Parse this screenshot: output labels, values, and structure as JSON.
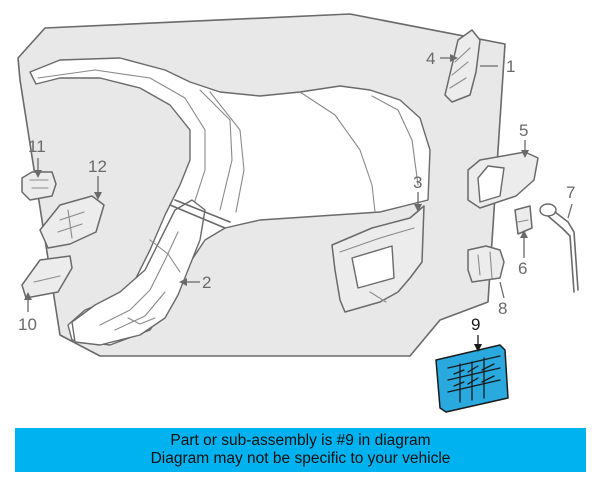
{
  "diagram": {
    "highlight_color": "#00b2ef",
    "callouts": [
      {
        "id": "c1",
        "label": "1"
      },
      {
        "id": "c2",
        "label": "2"
      },
      {
        "id": "c3",
        "label": "3"
      },
      {
        "id": "c4",
        "label": "4"
      },
      {
        "id": "c5",
        "label": "5"
      },
      {
        "id": "c6",
        "label": "6"
      },
      {
        "id": "c7",
        "label": "7"
      },
      {
        "id": "c8",
        "label": "8"
      },
      {
        "id": "c9",
        "label": "9"
      },
      {
        "id": "c10",
        "label": "10"
      },
      {
        "id": "c11",
        "label": "11"
      },
      {
        "id": "c12",
        "label": "12"
      }
    ]
  },
  "banner": {
    "line1": "Part or sub-assembly is #9 in diagram",
    "line2": "Diagram may not be specific to your vehicle",
    "color": "#00b2ef"
  }
}
